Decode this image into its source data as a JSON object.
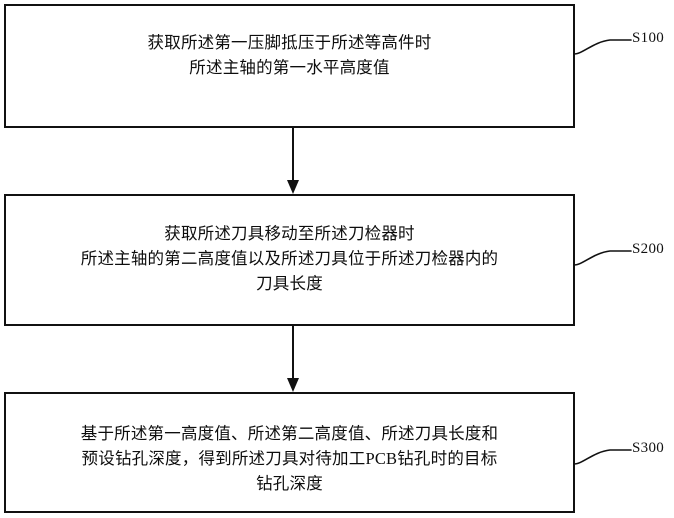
{
  "diagram": {
    "type": "flowchart",
    "orientation": "vertical",
    "steps": [
      {
        "id": "S100",
        "label": "S100",
        "lines": [
          "获取所述第一压脚抵压于所述等高件时",
          "所述主轴的第一水平高度值"
        ]
      },
      {
        "id": "S200",
        "label": "S200",
        "lines": [
          "获取所述刀具移动至所述刀检器时",
          "所述主轴的第二高度值以及所述刀具位于所述刀检器内的",
          "刀具长度"
        ]
      },
      {
        "id": "S300",
        "label": "S300",
        "lines": [
          "基于所述第一高度值、所述第二高度值、所述刀具长度和",
          "预设钻孔深度，得到所述刀具对待加工PCB钻孔时的目标",
          "钻孔深度"
        ]
      }
    ],
    "connectors": [
      {
        "from": "S100",
        "to": "S200",
        "arrow": "down"
      },
      {
        "from": "S200",
        "to": "S300",
        "arrow": "down"
      }
    ],
    "colors": {
      "stroke": "#111111",
      "background": "#ffffff",
      "text": "#0d0d0d"
    }
  }
}
